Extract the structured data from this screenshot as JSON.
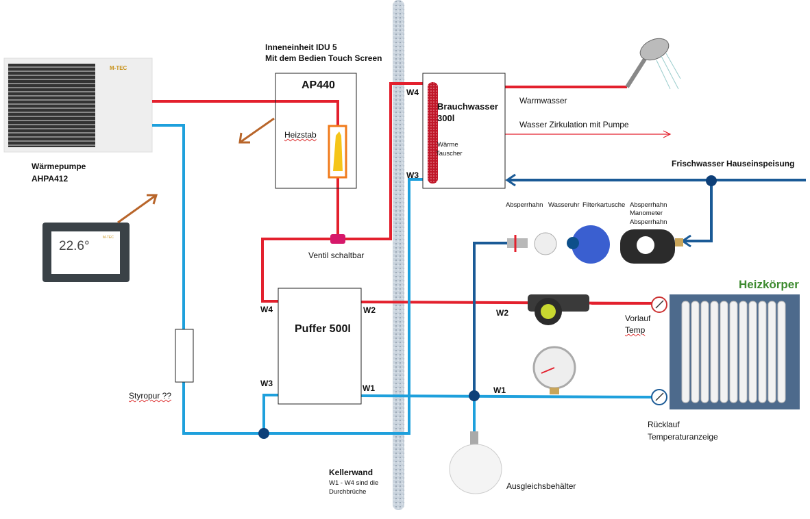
{
  "colors": {
    "hot": "#e3202d",
    "cold": "#1ea0dc",
    "fresh": "#1a5a96",
    "node": "#0d3f78",
    "arrow": "#b8652a",
    "heading_green": "#3c8a2e"
  },
  "heat_pump": {
    "label_line1": "Wärmepumpe",
    "label_line2": "AHPA412",
    "brand": "M-TEC"
  },
  "controller": {
    "temperature": "22.6°",
    "brand": "M-TEC"
  },
  "indoor_unit": {
    "title_line1": "Inneneinheit IDU 5",
    "title_line2": "Mit dem Bedien Touch Screen",
    "name": "AP440",
    "heater": "Heizstab"
  },
  "valve": {
    "label": "Ventil schaltbar"
  },
  "buffer": {
    "name": "Puffer 500l",
    "ports": {
      "w4": "W4",
      "w2": "W2",
      "w3": "W3",
      "w1": "W1"
    }
  },
  "dhw": {
    "name_line1": "Brauchwasser",
    "name_line2": "300l",
    "exchanger_line1": "Wärme",
    "exchanger_line2": "Tauscher",
    "ports": {
      "w4": "W4",
      "w3": "W3"
    }
  },
  "hot_water": {
    "label": "Warmwasser",
    "circulation": "Wasser Zirkulation mit Pumpe"
  },
  "fresh_water": {
    "label": "Frischwasser Hauseinspeisung"
  },
  "fittings": {
    "shutoff": "Absperrhahn",
    "meter": "Wasseruhr",
    "filter": "Filterkartusche",
    "group_line1": "Absperrhahn",
    "group_line2": "Manometer",
    "group_line3": "Absperrhahn"
  },
  "heating": {
    "title": "Heizkörper",
    "flow_label": "W2",
    "return_label": "W1",
    "flow_line1": "Vorlauf",
    "flow_line2": "Temp",
    "return_line1": "Rücklauf",
    "return_line2": "Temperaturanzeige"
  },
  "insulation": {
    "label": "Styropur ??"
  },
  "expansion": {
    "label": "Ausgleichsbehälter"
  },
  "wall": {
    "title": "Kellerwand",
    "note_line1": "W1 - W4 sind die",
    "note_line2": "Durchbrüche"
  }
}
